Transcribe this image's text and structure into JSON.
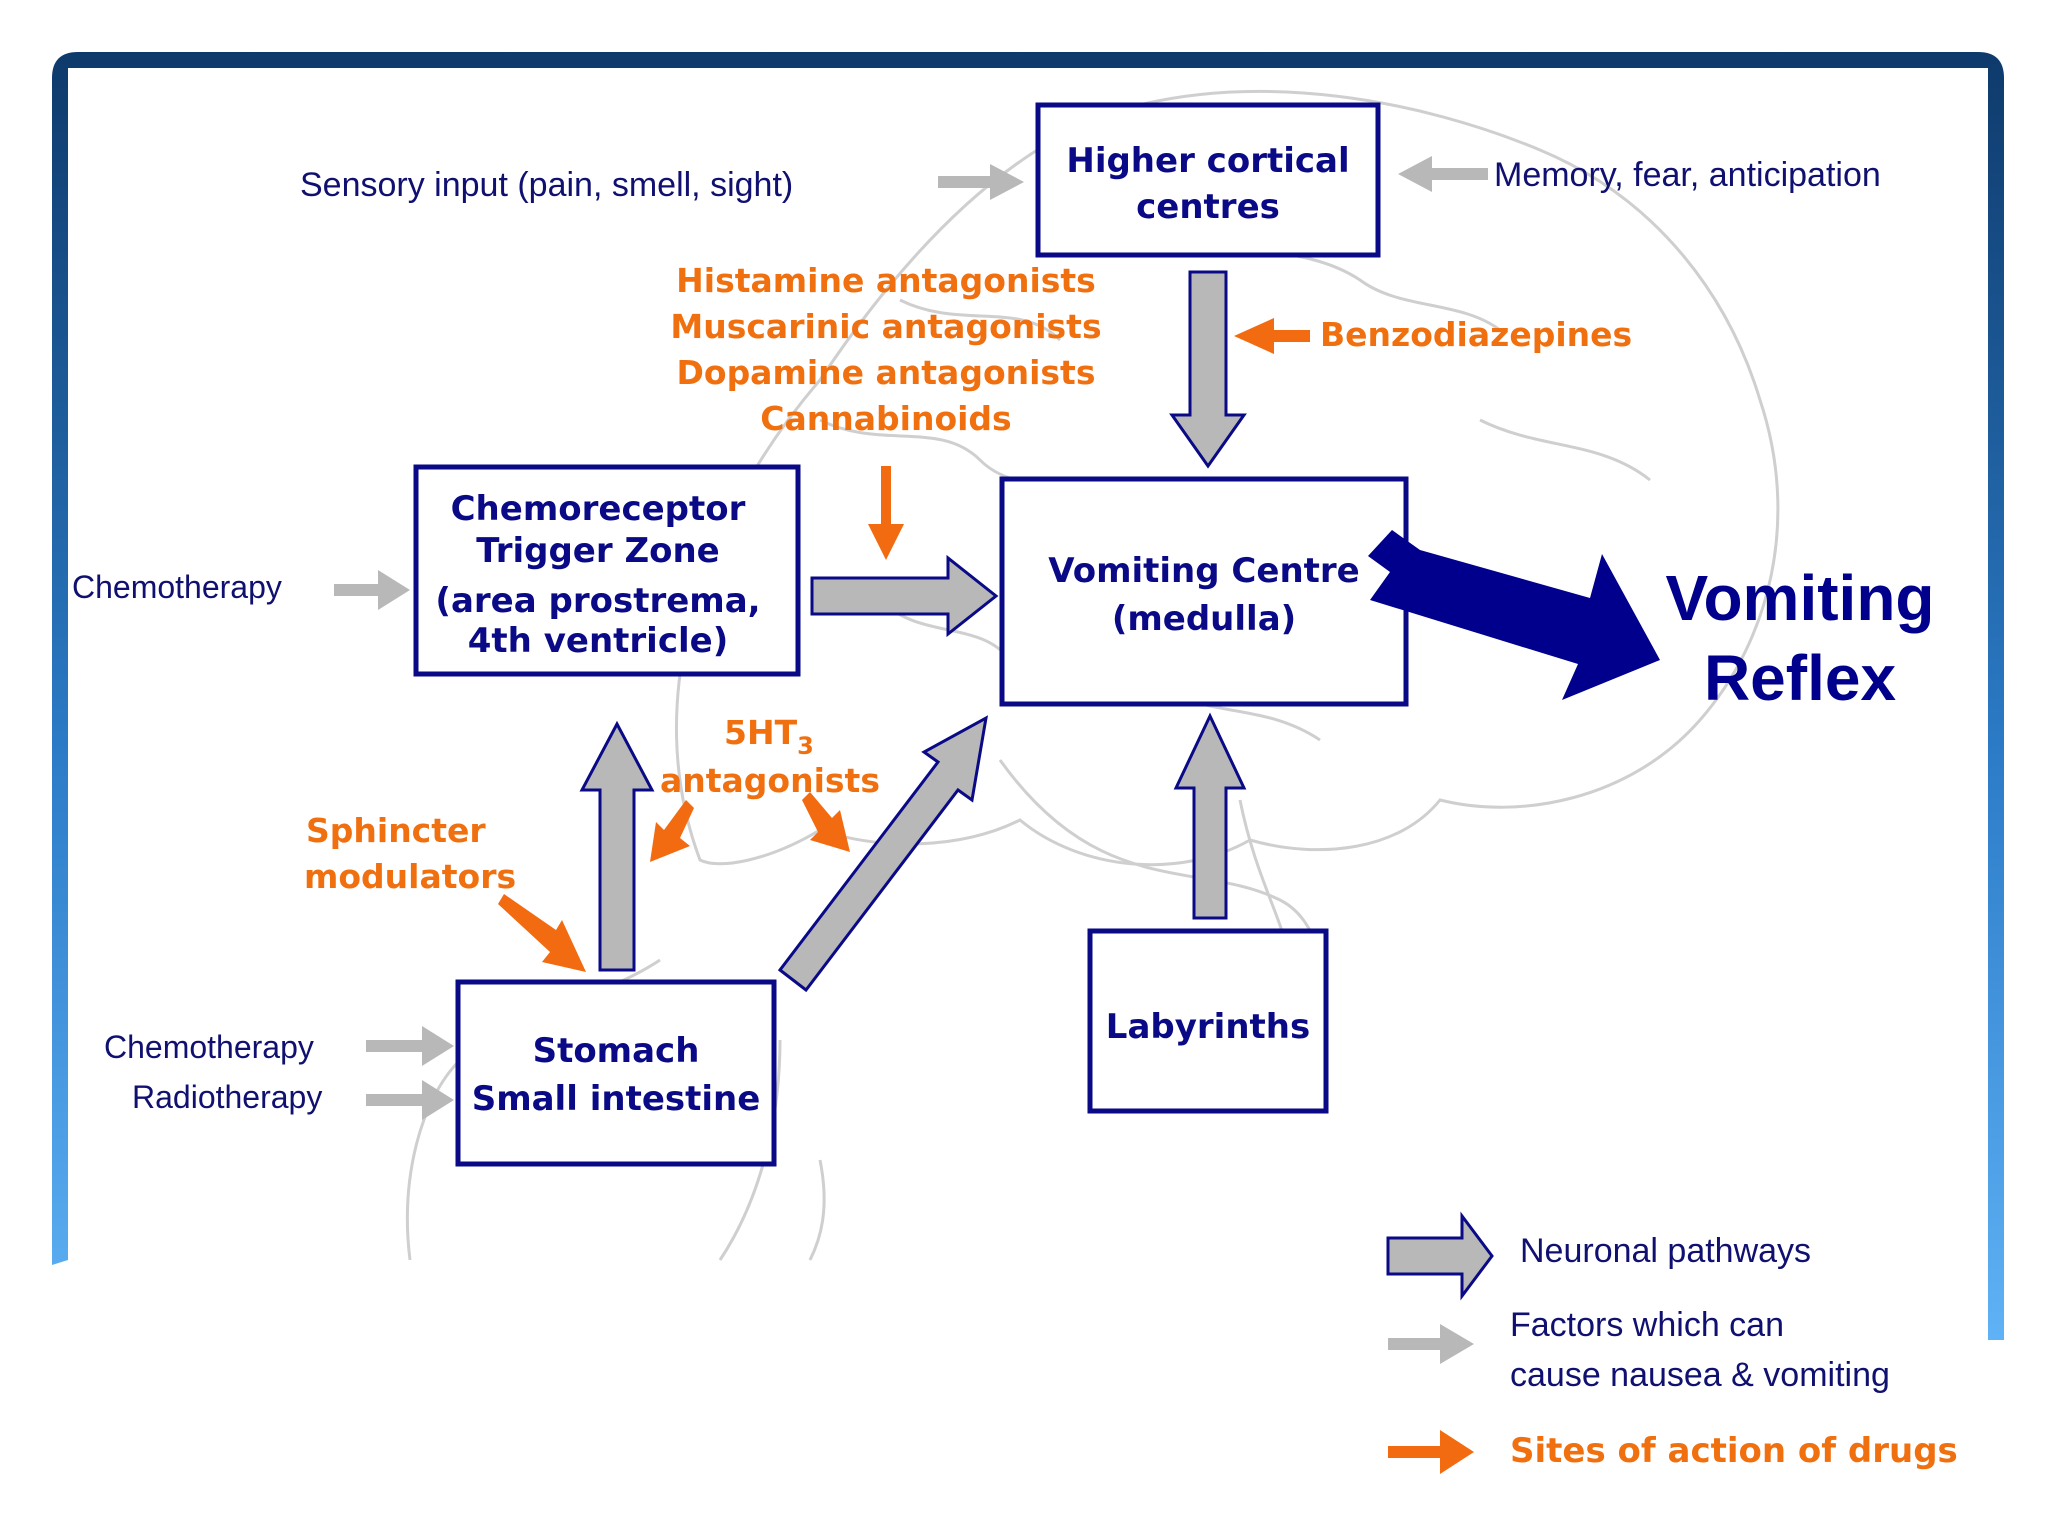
{
  "colors": {
    "frame_dark": "#0e3a6b",
    "frame_light": "#4fa6f0",
    "box_border": "#0a0a86",
    "drug_orange": "#f26b10",
    "pathway_gray": "#b8b8b8",
    "reflex_navy": "#00008c",
    "brain_outline": "#cfcfcf"
  },
  "boxes": {
    "higher_cortical": {
      "line1": "Higher cortical",
      "line2": "centres"
    },
    "ctz": {
      "line1": "Chemoreceptor",
      "line2": "Trigger Zone",
      "line3": "(area prostrema,",
      "line4": "4th ventricle)"
    },
    "vomiting_centre": {
      "line1": "Vomiting Centre",
      "line2": "(medulla)"
    },
    "stomach": {
      "line1": "Stomach",
      "line2": "Small intestine"
    },
    "labyrinths": {
      "line1": "Labyrinths"
    }
  },
  "factors": {
    "sensory_input": "Sensory input (pain, smell, sight)",
    "memory": "Memory, fear, anticipation",
    "chemotherapy_ctz": "Chemotherapy",
    "chemotherapy_gut": "Chemotherapy",
    "radiotherapy": "Radiotherapy"
  },
  "drugs": {
    "ctz_drugs": [
      "Histamine antagonists",
      "Muscarinic antagonists",
      "Dopamine antagonists",
      "Cannabinoids"
    ],
    "benzodiazepines": "Benzodiazepines",
    "ht3_line1": "5HT",
    "ht3_sub": "3",
    "ht3_line2": "antagonists",
    "sphincter_line1": "Sphincter",
    "sphincter_line2": "modulators"
  },
  "outcome": {
    "line1": "Vomiting",
    "line2": "Reflex"
  },
  "legend": {
    "neuronal": "Neuronal pathways",
    "factors_line1": "Factors which can",
    "factors_line2": "cause nausea & vomiting",
    "drugs": "Sites of action of drugs"
  },
  "icons": [
    "gray-block-arrow-icon",
    "gray-thin-arrow-icon",
    "orange-arrow-icon",
    "navy-reflex-arrow-icon",
    "brain-outline-icon"
  ]
}
